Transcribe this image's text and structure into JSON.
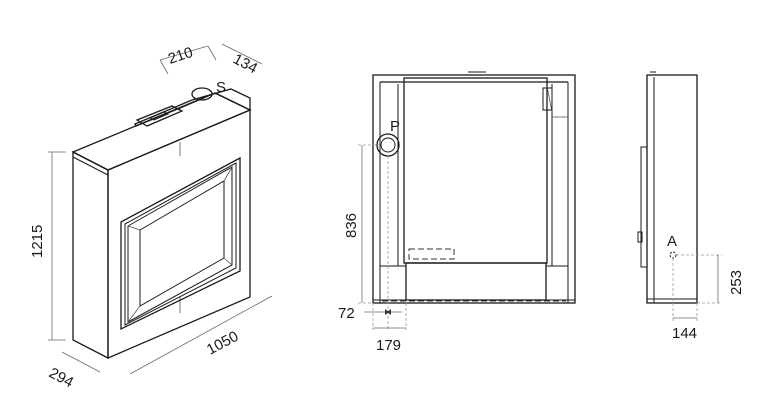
{
  "iso_view": {
    "dims": {
      "height": "1215",
      "width": "1050",
      "depth": "294",
      "top_width": "210",
      "top_depth": "134"
    },
    "outlet_label": "S"
  },
  "front_view": {
    "dims": {
      "vertical": "836",
      "small_offset": "72",
      "horizontal": "179"
    },
    "pipe_label": "P"
  },
  "side_view": {
    "dims": {
      "vertical": "253",
      "horizontal": "144"
    },
    "inlet_label": "A"
  }
}
